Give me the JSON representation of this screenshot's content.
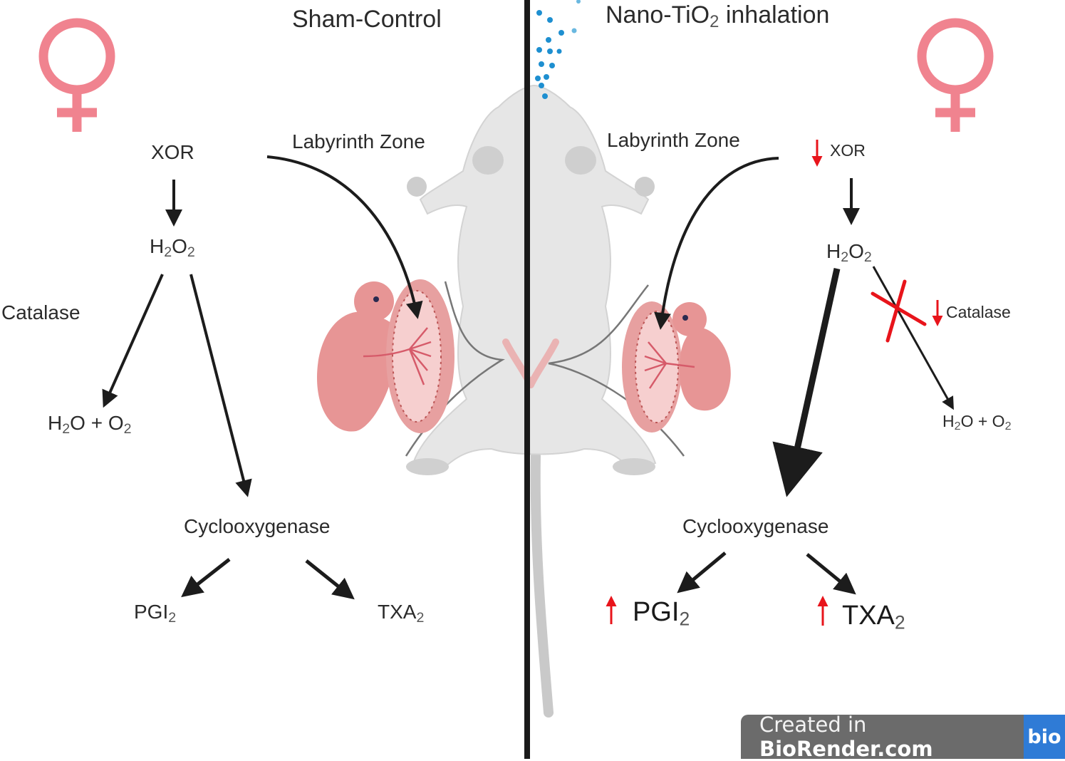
{
  "panels": {
    "left": {
      "title": "Sham-Control",
      "zone_label": "Labyrinth Zone",
      "nodes": {
        "xor": "XOR",
        "h2o2_main": "H",
        "h2o2_sub1": "2",
        "h2o2_mid": "O",
        "h2o2_sub2": "2",
        "catalase": "Catalase",
        "products_a": "H",
        "products_sub1": "2",
        "products_b": "O + O",
        "products_sub2": "2",
        "cox": "Cyclooxygenase",
        "pgi_main": "PGI",
        "pgi_sub": "2",
        "txa_main": "TXA",
        "txa_sub": "2"
      }
    },
    "right": {
      "title_main": "Nano-TiO",
      "title_sub": "2",
      "title_end": " inhalation",
      "zone_label": "Labyrinth Zone",
      "nodes": {
        "xor": "XOR",
        "h2o2_main": "H",
        "h2o2_sub1": "2",
        "h2o2_mid": "O",
        "h2o2_sub2": "2",
        "catalase": "Catalase",
        "products_a": "H",
        "products_sub1": "2",
        "products_b": "O + O",
        "products_sub2": "2",
        "cox": "Cyclooxygenase",
        "pgi_main": "PGI",
        "pgi_sub": "2",
        "txa_main": "TXA",
        "txa_sub": "2"
      },
      "indicators": {
        "xor": "decrease",
        "catalase": "decrease",
        "pgi2": "increase",
        "txa2": "increase",
        "catalase_pathway": "blocked"
      }
    }
  },
  "symbols": {
    "sex": "female",
    "sex_glyph": "♀"
  },
  "colors": {
    "female_symbol": "#f0838f",
    "change_arrow": "#e8141b",
    "divider": "#1a1a1a",
    "particles": "#1e8fd0",
    "badge_bg": "#6b6b6b",
    "badge_logo": "#2f7bd6"
  },
  "watermark": {
    "prefix": "Created in ",
    "brand": "BioRender.com",
    "logo": "bio"
  }
}
